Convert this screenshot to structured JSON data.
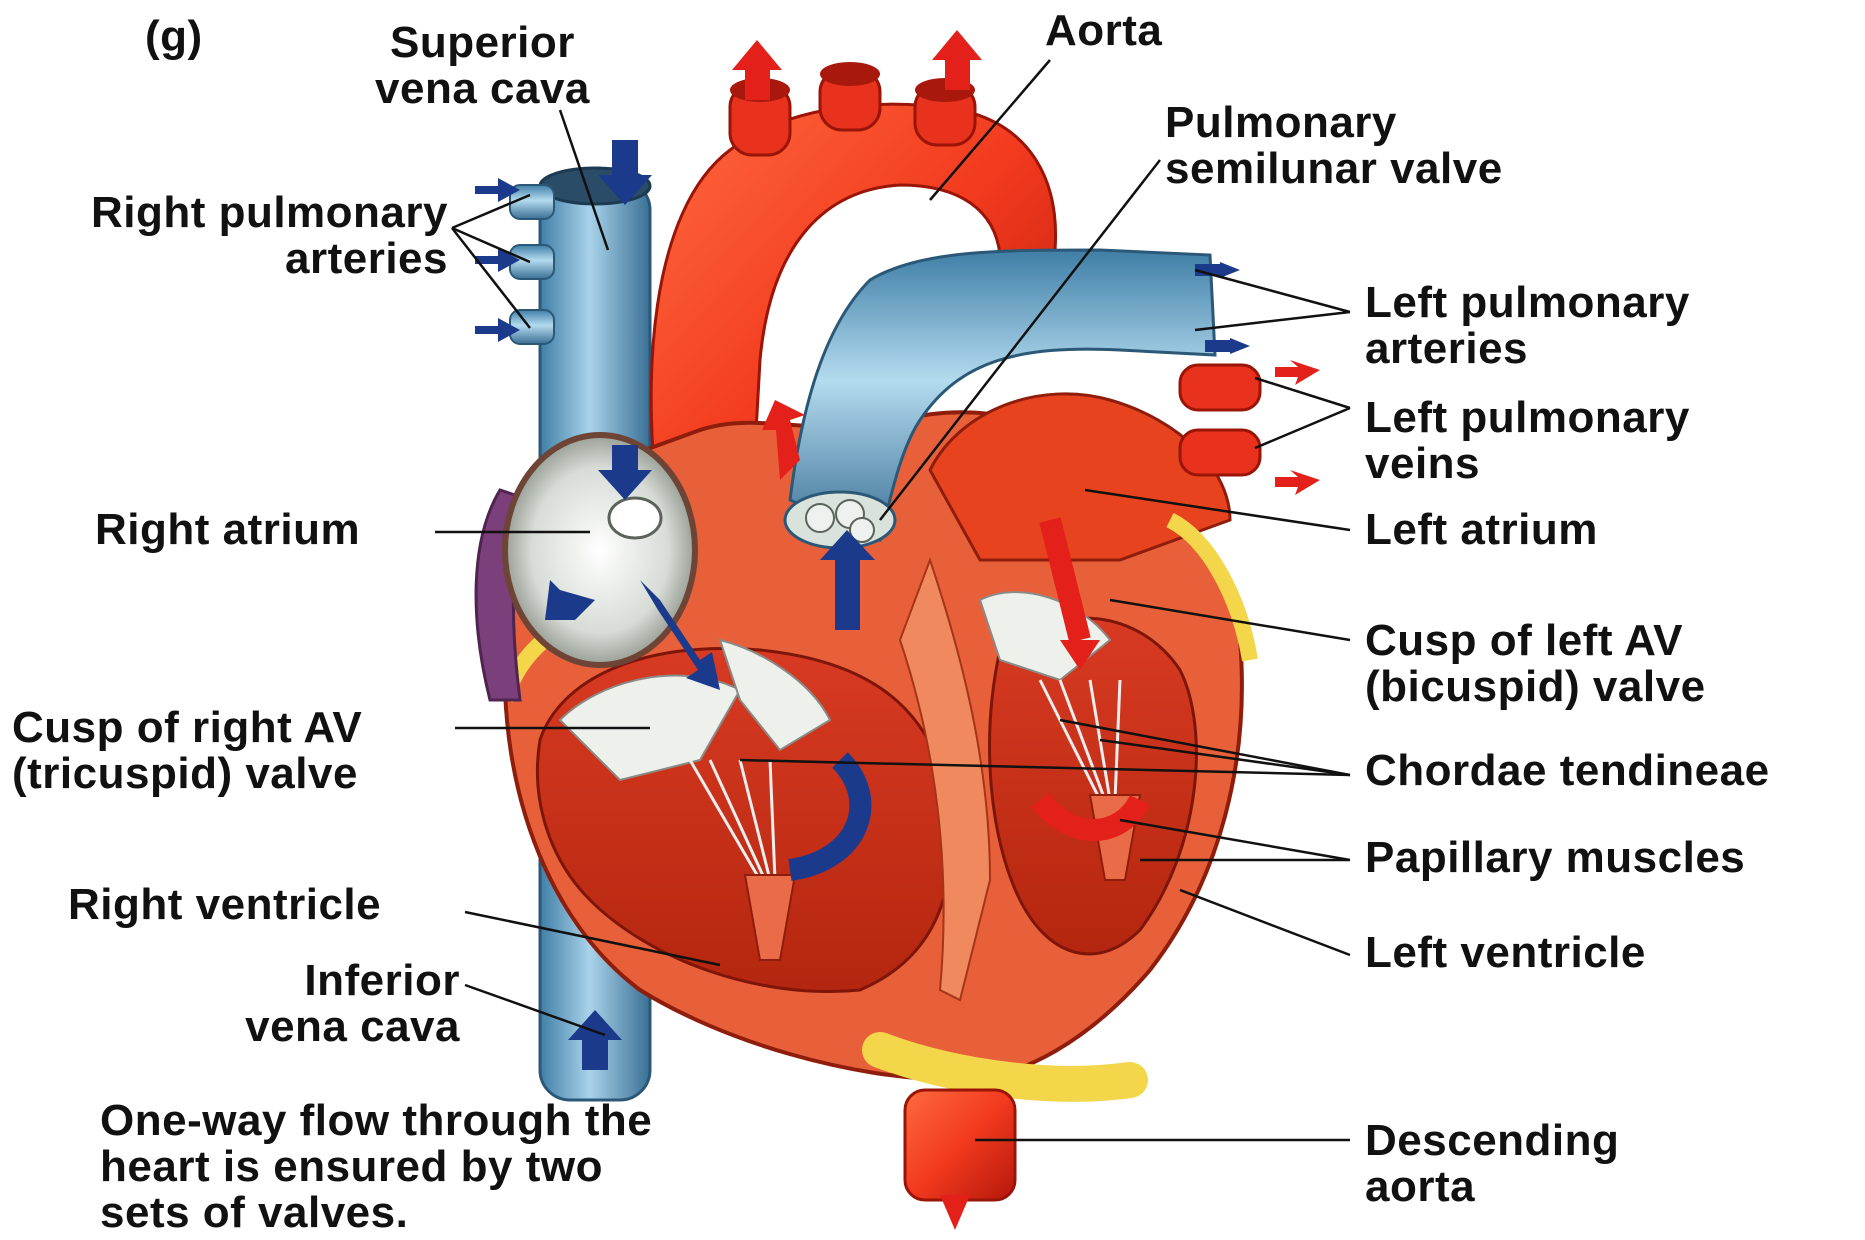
{
  "figure": {
    "panel_letter": "(g)",
    "caption": [
      "One-way flow through the",
      "heart is ensured by two",
      "sets of valves."
    ]
  },
  "labels": {
    "superior_vena_cava": [
      "Superior",
      "vena cava"
    ],
    "aorta": [
      "Aorta"
    ],
    "pulmonary_semilunar_valve": [
      "Pulmonary",
      "semilunar valve"
    ],
    "right_pulmonary_arteries": [
      "Right pulmonary",
      "arteries"
    ],
    "left_pulmonary_arteries": [
      "Left pulmonary",
      "arteries"
    ],
    "left_pulmonary_veins": [
      "Left pulmonary",
      "veins"
    ],
    "right_atrium": [
      "Right atrium"
    ],
    "left_atrium": [
      "Left atrium"
    ],
    "cusp_left_av": [
      "Cusp of left AV",
      "(bicuspid) valve"
    ],
    "cusp_right_av": [
      "Cusp of right AV",
      "(tricuspid) valve"
    ],
    "chordae_tendineae": [
      "Chordae tendineae"
    ],
    "papillary_muscles": [
      "Papillary muscles"
    ],
    "right_ventricle": [
      "Right ventricle"
    ],
    "left_ventricle": [
      "Left ventricle"
    ],
    "inferior_vena_cava": [
      "Inferior",
      "vena cava"
    ],
    "descending_aorta": [
      "Descending",
      "aorta"
    ]
  },
  "colors": {
    "oxygenated_red": "#e8321e",
    "muscle_orange": "#e8603a",
    "deoxygenated_blue": "#6fa6c6",
    "flow_arrow_blue": "#1c3a8c",
    "flow_arrow_red": "#e3201a",
    "fat_yellow": "#f3d64a",
    "atrium_purple": "#7b3f7c",
    "leader_line": "#111111"
  }
}
